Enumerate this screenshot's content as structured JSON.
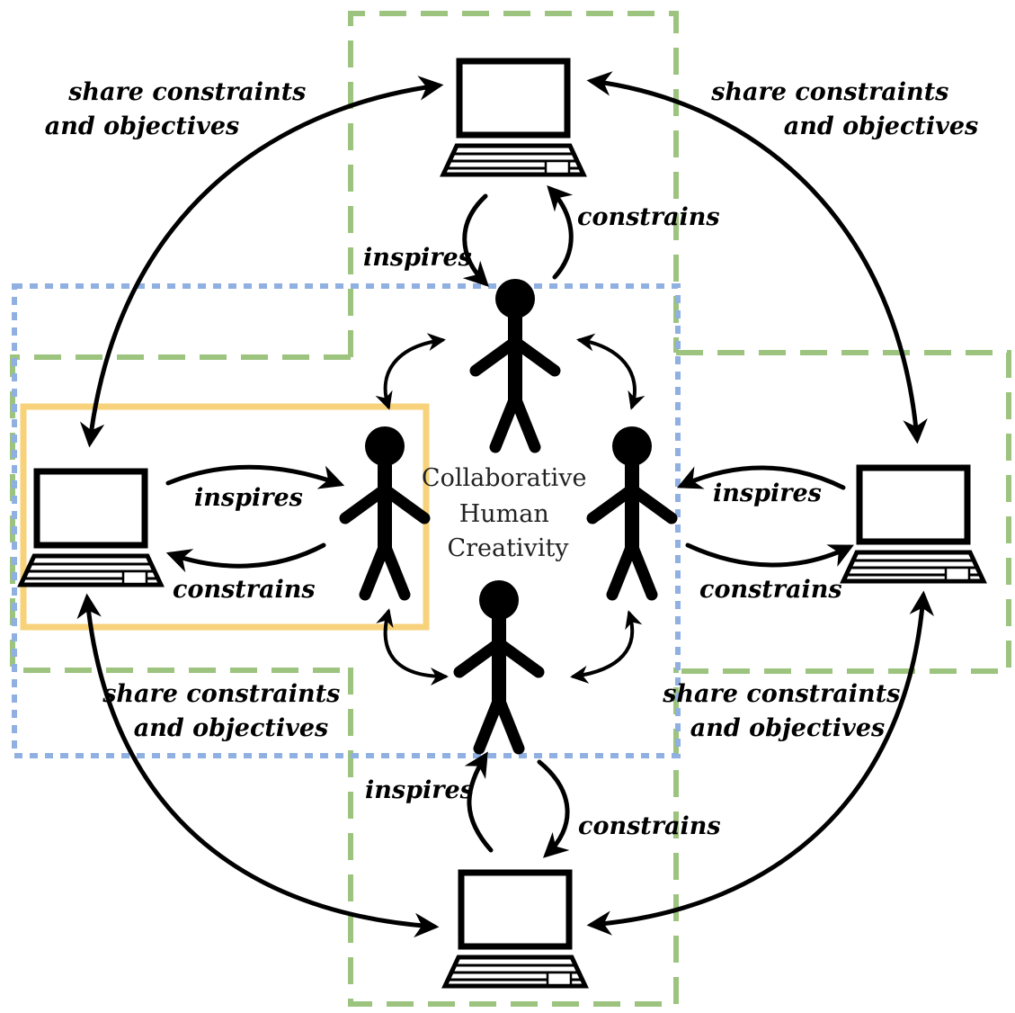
{
  "labels": {
    "share_tl": [
      "share constraints",
      "and objectives"
    ],
    "share_tr": [
      "share constraints",
      "and objectives"
    ],
    "share_bl": [
      "share constraints",
      "and objectives"
    ],
    "share_br": [
      "share constraints",
      "and objectives"
    ],
    "inspires": "inspires",
    "constrains": "constrains",
    "center": [
      "Collaborative",
      "Human",
      "Creativity"
    ]
  },
  "colors": {
    "green_dash": "#9cc47e",
    "blue_dots": "#8fb0e0",
    "yellow_box": "#f7d27a",
    "ink": "#000000"
  },
  "icons": [
    "computer-icon",
    "person-icon"
  ]
}
